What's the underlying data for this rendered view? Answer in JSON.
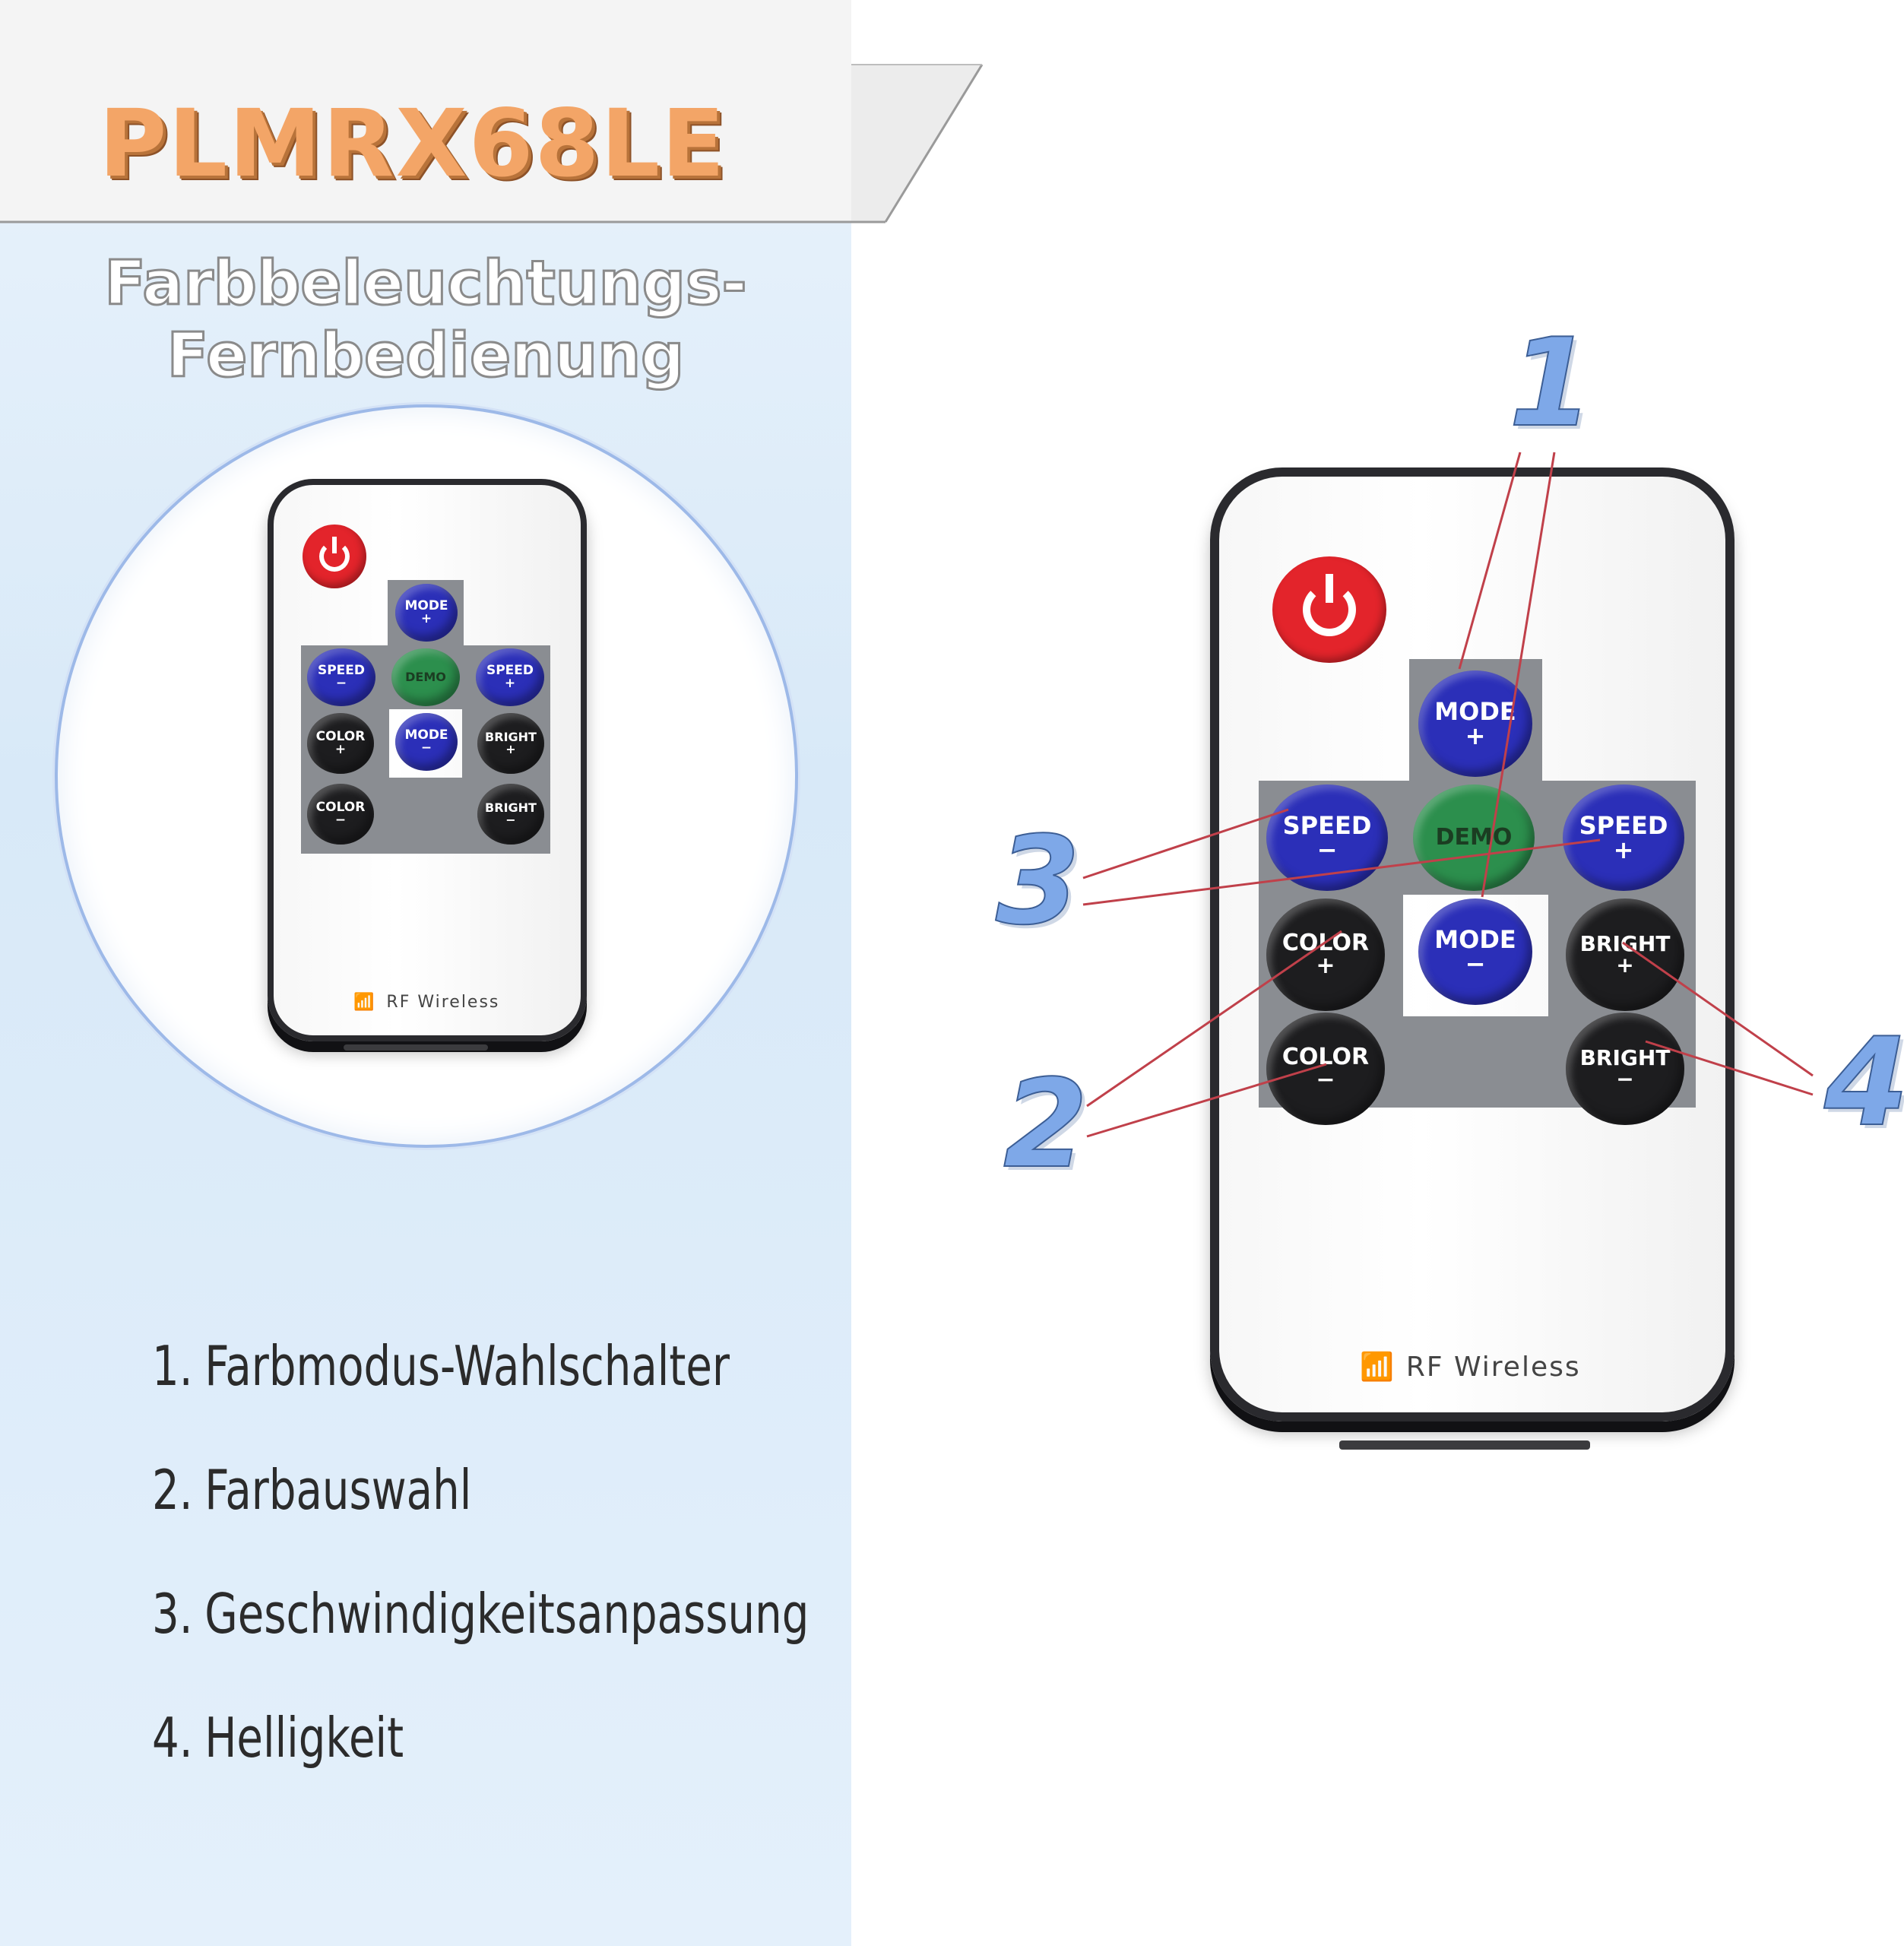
{
  "product": {
    "title": "PLMRX68LE",
    "subtitle_line1": "Farbbeleuchtungs-",
    "subtitle_line2": "Fernbedienung"
  },
  "legend": [
    {
      "num": "1.",
      "text": "Farbmodus-Wahlschalter"
    },
    {
      "num": "2.",
      "text": "Farbauswahl"
    },
    {
      "num": "3.",
      "text": "Geschwindigkeitsanpassung"
    },
    {
      "num": "4.",
      "text": "Helligkeit"
    }
  ],
  "remote": {
    "buttons": {
      "mode_plus": {
        "label": "MODE",
        "sign": "+"
      },
      "mode_minus": {
        "label": "MODE",
        "sign": "−"
      },
      "speed_minus": {
        "label": "SPEED",
        "sign": "−"
      },
      "speed_plus": {
        "label": "SPEED",
        "sign": "+"
      },
      "demo": {
        "label": "DEMO"
      },
      "color_plus": {
        "label": "COLOR",
        "sign": "+"
      },
      "color_minus": {
        "label": "COLOR",
        "sign": "−"
      },
      "bright_plus": {
        "label": "BRIGHT",
        "sign": "+"
      },
      "bright_minus": {
        "label": "BRIGHT",
        "sign": "−"
      }
    },
    "brand": "RF Wireless",
    "icons": {
      "power": "power-icon",
      "wireless": "wifi-icon"
    }
  },
  "callouts": [
    "1",
    "2",
    "3",
    "4"
  ],
  "colors": {
    "title": "#f3a567",
    "mode_button": "#2b2fb8",
    "demo_button": "#2c8f4d",
    "color_bright_button": "#1d1d1f",
    "power_button": "#e3242b",
    "callout_number": "#7ea8e8",
    "leader_line": "#c0404a",
    "panel_bg": "#e0eefa"
  }
}
